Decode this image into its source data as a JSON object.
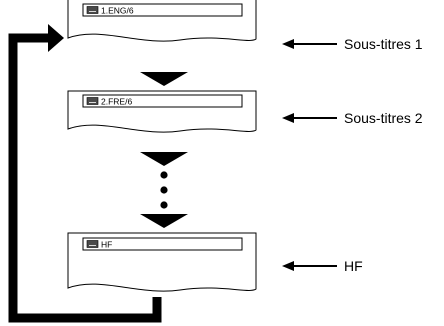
{
  "screens": [
    {
      "id": "screen1",
      "display_text": "1.ENG/6",
      "label": "Sous-titres 1"
    },
    {
      "id": "screen2",
      "display_text": "2.FRE/6",
      "label": "Sous-titres 2"
    },
    {
      "id": "screen3",
      "display_text": "HF",
      "label": "HF"
    }
  ],
  "icon": "subtitle-icon",
  "colors": {
    "line": "#000000",
    "icon_fill": "#4a4a4a",
    "background": "#ffffff"
  }
}
